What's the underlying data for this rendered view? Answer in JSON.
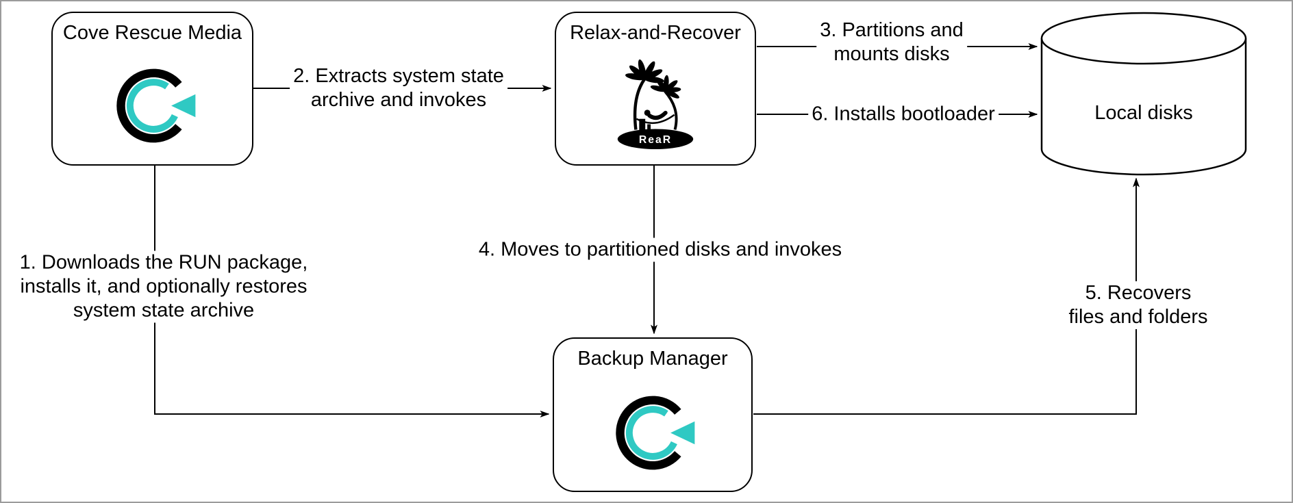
{
  "diagram": {
    "nodes": {
      "cove_rescue_media": {
        "title": "Cove Rescue Media"
      },
      "relax_and_recover": {
        "title": "Relax-and-Recover",
        "logo_text": "ReaR"
      },
      "backup_manager": {
        "title": "Backup Manager"
      },
      "local_disks": {
        "title": "Local disks"
      }
    },
    "edges": {
      "e1": {
        "from": "cove_rescue_media",
        "to": "backup_manager",
        "label": "1. Downloads the RUN package,\ninstalls it, and optionally restores\nsystem state archive"
      },
      "e2": {
        "from": "cove_rescue_media",
        "to": "relax_and_recover",
        "label": "2. Extracts system state\narchive and invokes"
      },
      "e3": {
        "from": "relax_and_recover",
        "to": "local_disks",
        "label": "3. Partitions and\nmounts disks"
      },
      "e4": {
        "from": "relax_and_recover",
        "to": "backup_manager",
        "label": "4. Moves to partitioned disks and invokes"
      },
      "e5": {
        "from": "backup_manager",
        "to": "local_disks",
        "label": "5. Recovers files and folders"
      },
      "e6": {
        "from": "relax_and_recover",
        "to": "local_disks",
        "label": "6. Installs bootloader"
      }
    },
    "colors": {
      "accent_teal": "#2fc9c3",
      "line_black": "#000000",
      "background": "#ffffff",
      "canvas_border_gray": "#9b9b9b"
    }
  }
}
